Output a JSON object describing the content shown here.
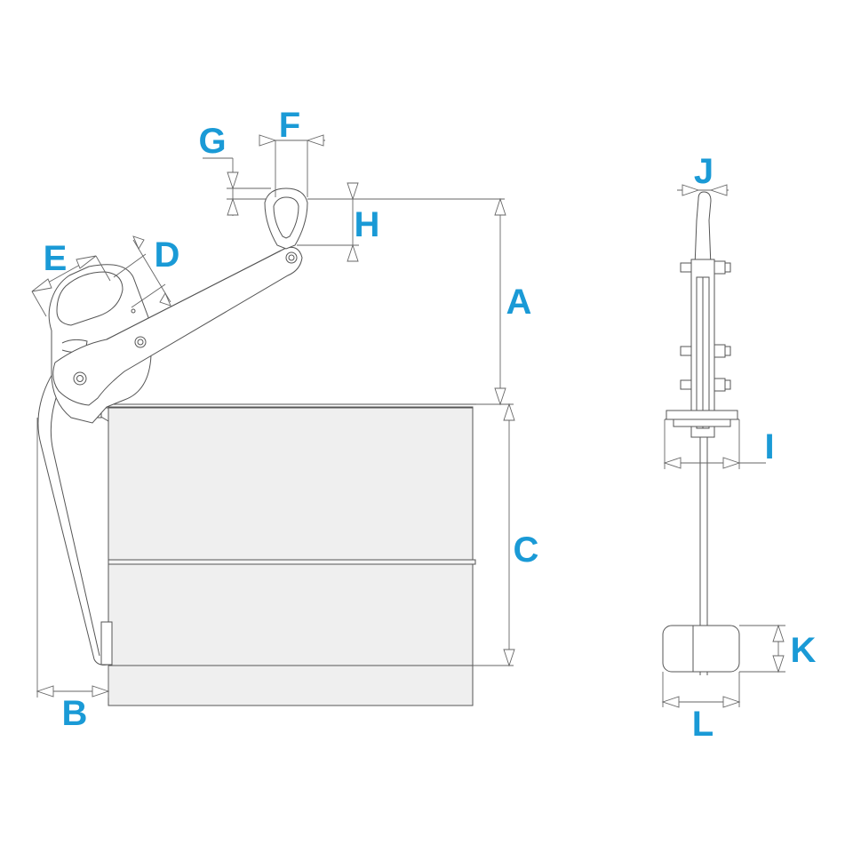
{
  "labels": {
    "A": "A",
    "B": "B",
    "C": "C",
    "D": "D",
    "E": "E",
    "F": "F",
    "G": "G",
    "H": "H",
    "I": "I",
    "J": "J",
    "K": "K",
    "L": "L"
  },
  "colors": {
    "label": "#1a9ad6",
    "line": "#555555",
    "drum_fill": "#efefef"
  }
}
